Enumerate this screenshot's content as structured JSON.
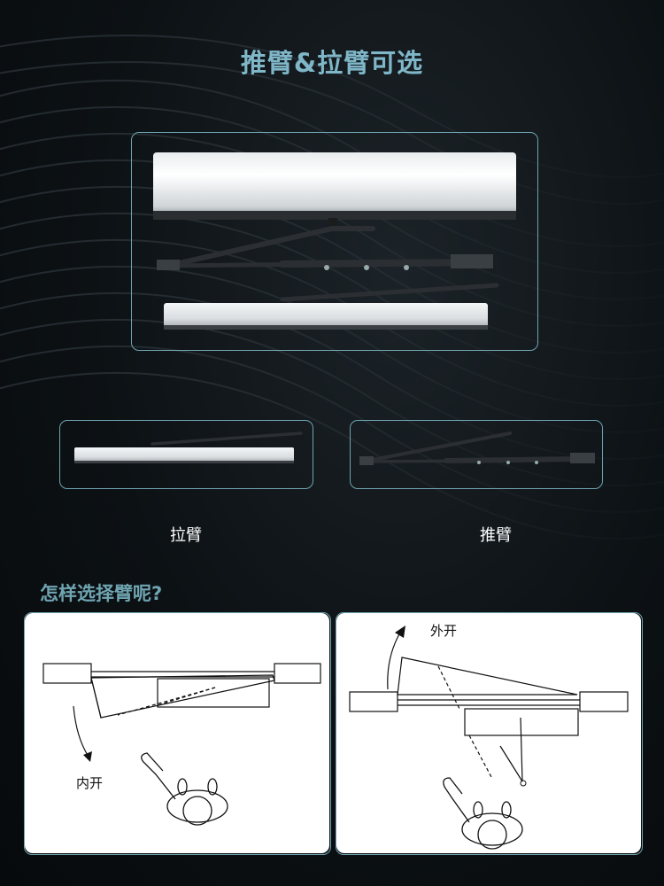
{
  "header": {
    "title": "推臂&拉臂可选"
  },
  "options": {
    "pull": {
      "label": "拉臂"
    },
    "push": {
      "label": "推臂"
    }
  },
  "section": {
    "subtitle": "怎样选择臂呢?"
  },
  "diagrams": {
    "inward": {
      "label": "内开"
    },
    "outward": {
      "label": "外开"
    }
  },
  "colors": {
    "accent": "#6fa4b1",
    "title": "#7fb6c8",
    "subtitle": "#6fa4b1",
    "background": "#0c1114"
  }
}
